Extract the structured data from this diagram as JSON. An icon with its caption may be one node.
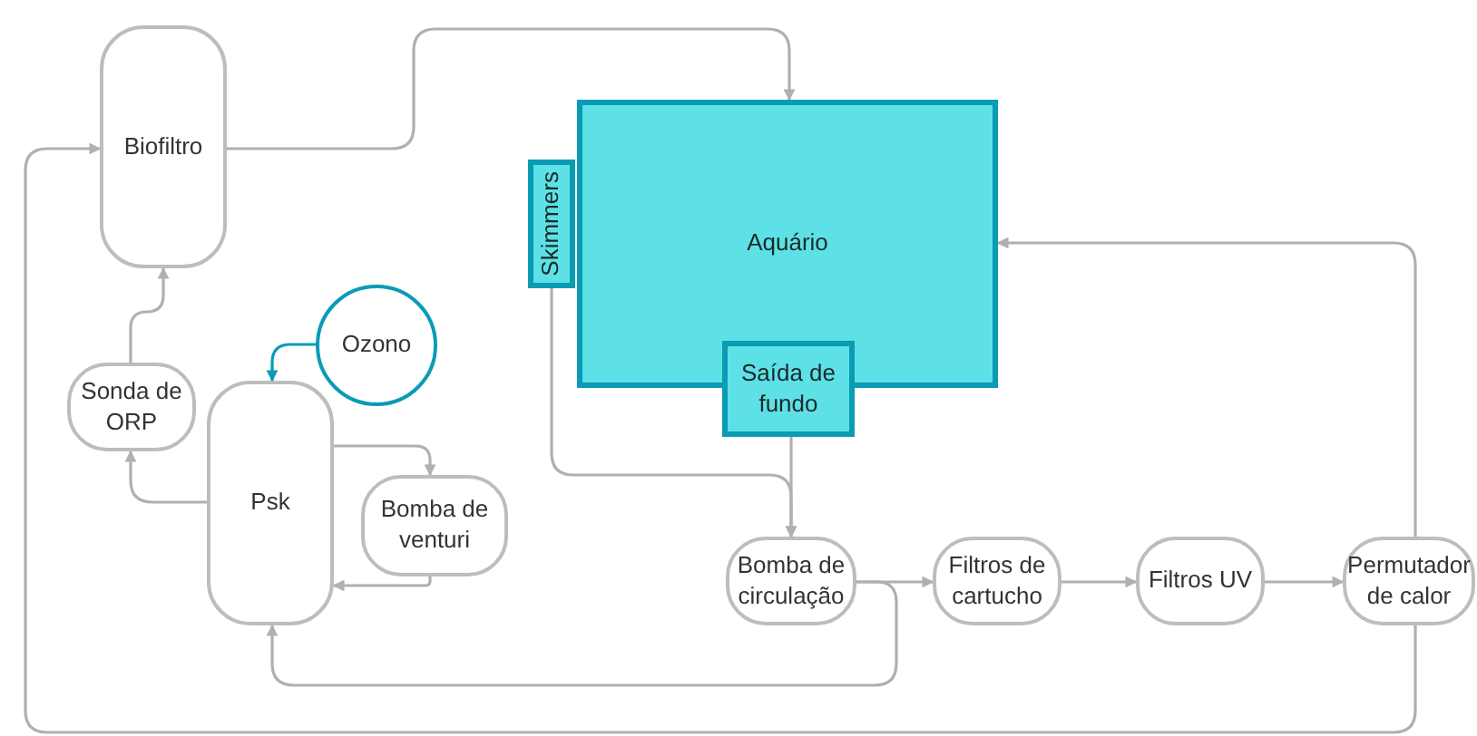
{
  "diagram": {
    "nodes": [
      {
        "text": [
          "Biofiltro"
        ]
      },
      {
        "text": [
          "Aquário"
        ]
      },
      {
        "text": [
          "Skimmers"
        ]
      },
      {
        "text": [
          "Saída de fundo"
        ]
      },
      {
        "text": [
          "Ozono"
        ]
      },
      {
        "text": [
          "Sonda de ORP"
        ]
      },
      {
        "text": [
          "Psk"
        ]
      },
      {
        "text": [
          "Bomba de venturi"
        ]
      },
      {
        "text": [
          "Bomba de circulação"
        ]
      },
      {
        "text": [
          "Filtros de cartucho"
        ]
      },
      {
        "text": [
          "Filtros UV"
        ]
      },
      {
        "text": [
          "Permutador de calor"
        ]
      }
    ],
    "edges": [
      {
        "from": 0,
        "to": 1,
        "arrow": "to"
      },
      {
        "from": 11,
        "to": 1,
        "arrow": "to"
      },
      {
        "from": 11,
        "to": 0,
        "arrow": "to"
      },
      {
        "from": 2,
        "to": 8,
        "arrow": "to"
      },
      {
        "from": 3,
        "to": 8,
        "arrow": "to"
      },
      {
        "from": 8,
        "to": 9,
        "arrow": "to"
      },
      {
        "from": 8,
        "to": 6,
        "arrow": "to"
      },
      {
        "from": 9,
        "to": 10,
        "arrow": "to"
      },
      {
        "from": 10,
        "to": 11,
        "arrow": "to"
      },
      {
        "from": 4,
        "to": 6,
        "arrow": "to",
        "color": "#0a9bb5"
      },
      {
        "from": 6,
        "to": 7,
        "arrow": "to"
      },
      {
        "from": 7,
        "to": 6,
        "arrow": "to"
      },
      {
        "from": 6,
        "to": 5,
        "arrow": "to"
      },
      {
        "from": 5,
        "to": 0,
        "arrow": "to"
      }
    ]
  }
}
